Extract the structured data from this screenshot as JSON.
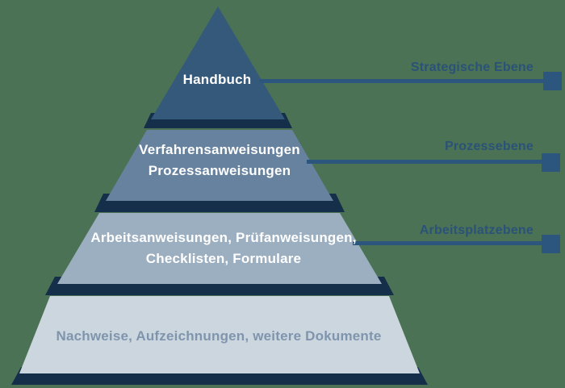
{
  "diagram": {
    "type": "pyramid-hierarchy",
    "pyramid": {
      "levels": [
        {
          "name": "level-1-handbuch",
          "lines": [
            "Handbuch"
          ],
          "callout": "Strategische Ebene"
        },
        {
          "name": "level-2-verfahren",
          "lines": [
            "Verfahrensanweisungen",
            "Prozessanweisungen"
          ],
          "callout": "Prozessebene"
        },
        {
          "name": "level-3-arbeitsanweisungen",
          "lines": [
            "Arbeitsanweisungen, Prüfanweisungen,",
            "Checklisten, Formulare"
          ],
          "callout": "Arbeitsplatzebene"
        },
        {
          "name": "level-4-nachweise",
          "lines": [
            "Nachweise, Aufzeichnungen, weitere Dokumente"
          ],
          "callout": ""
        }
      ]
    },
    "colors": {
      "background": "#4b7254",
      "tier1": "#35597b",
      "tier2": "#66829e",
      "tier3": "#9cafc1",
      "tier4": "#ccd6df",
      "shadow": "#152f4b",
      "callout": "#2d567f",
      "callout_text": "#2b5278",
      "tier_text_light": "#ffffff",
      "tier4_text": "#7f95ad"
    }
  }
}
